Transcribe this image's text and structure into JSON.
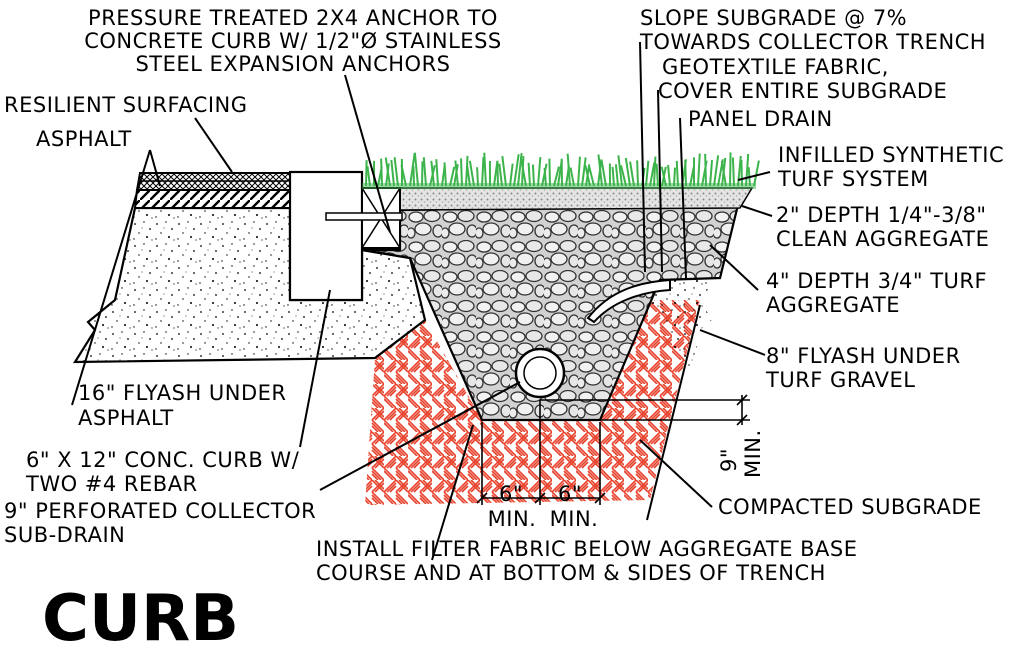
{
  "title": "CURB",
  "labels": {
    "anchor": [
      "PRESSURE TREATED 2X4 ANCHOR TO",
      "CONCRETE CURB W/ 1/2\"Ø STAINLESS",
      "STEEL EXPANSION ANCHORS"
    ],
    "resilient": "RESILIENT SURFACING",
    "asphalt": "ASPHALT",
    "flyash_asphalt": [
      "16\" FLYASH UNDER",
      "ASPHALT"
    ],
    "curb": [
      "6\" X 12\" CONC. CURB W/",
      "TWO #4 REBAR"
    ],
    "collector": [
      "9\" PERFORATED COLLECTOR",
      "SUB-DRAIN"
    ],
    "filter": [
      "INSTALL FILTER FABRIC BELOW AGGREGATE BASE",
      "COURSE AND AT BOTTOM & SIDES OF TRENCH"
    ],
    "slope": [
      "SLOPE SUBGRADE @ 7%",
      "TOWARDS COLLECTOR TRENCH"
    ],
    "geotextile": [
      "GEOTEXTILE FABRIC,",
      "COVER ENTIRE SUBGRADE"
    ],
    "panel_drain": "PANEL DRAIN",
    "turf_system": [
      "INFILLED SYNTHETIC",
      "TURF SYSTEM"
    ],
    "clean_agg": [
      "2\" DEPTH 1/4\"-3/8\"",
      "CLEAN AGGREGATE"
    ],
    "turf_agg": [
      "4\" DEPTH 3/4\" TURF",
      "AGGREGATE"
    ],
    "flyash_turf": [
      "8\" FLYASH UNDER",
      "TURF GRAVEL"
    ],
    "subgrade": "COMPACTED SUBGRADE"
  },
  "dimensions": {
    "six_left": "6\"",
    "six_right": "6\"",
    "min_left": "MIN.",
    "min_right": "MIN.",
    "nine": "9\"",
    "nine_min": "MIN."
  },
  "colors": {
    "turf": "#3cb44b",
    "brick": "#e8412c",
    "ink": "#000000",
    "gravel": "#cfcfcf"
  }
}
